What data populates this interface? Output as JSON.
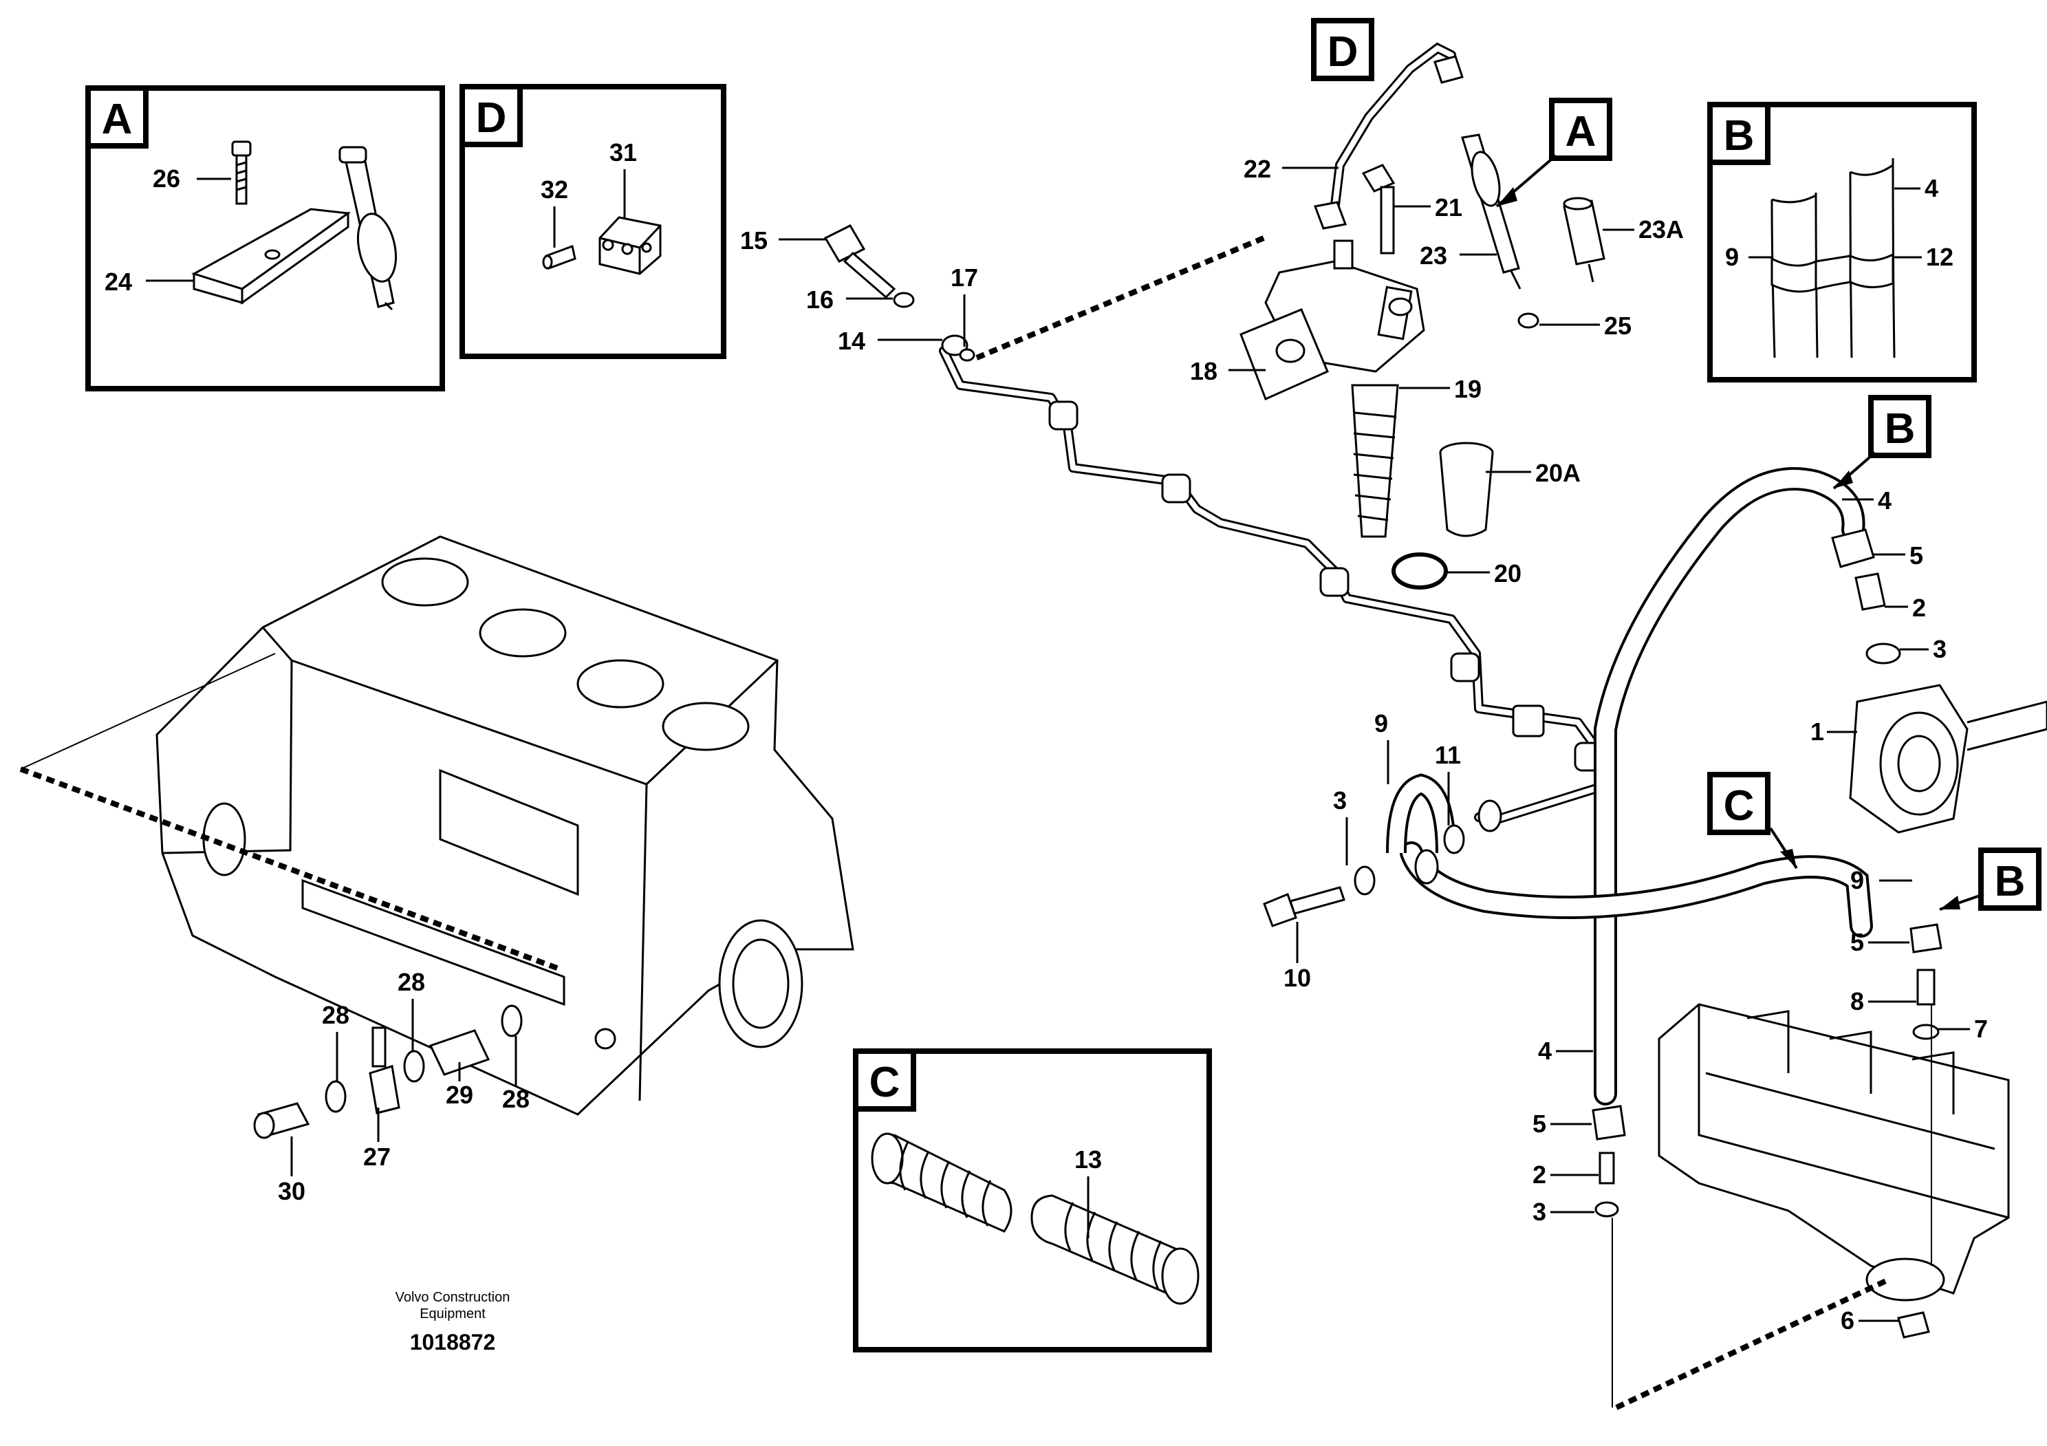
{
  "diagram": {
    "detail_boxes": [
      {
        "id": "A",
        "letter": "A"
      },
      {
        "id": "D",
        "letter": "D"
      },
      {
        "id": "B",
        "letter": "B"
      },
      {
        "id": "C",
        "letter": "C"
      }
    ],
    "callout_flags": [
      {
        "id": "D-top",
        "letter": "D"
      },
      {
        "id": "A-top",
        "letter": "A"
      },
      {
        "id": "B-upper",
        "letter": "B"
      },
      {
        "id": "C-mid",
        "letter": "C"
      },
      {
        "id": "B-lower",
        "letter": "B"
      }
    ],
    "part_labels": [
      "26",
      "24",
      "32",
      "31",
      "15",
      "16",
      "17",
      "14",
      "22",
      "21",
      "23",
      "23A",
      "25",
      "18",
      "19",
      "20A",
      "20",
      "4",
      "9",
      "12",
      "4",
      "5",
      "2",
      "3",
      "1",
      "9",
      "11",
      "3",
      "10",
      "9",
      "5",
      "8",
      "7",
      "4",
      "5",
      "2",
      "3",
      "6",
      "28",
      "28",
      "29",
      "28",
      "27",
      "30",
      "13"
    ]
  },
  "footer": {
    "company_line1": "Volvo Construction",
    "company_line2": "Equipment",
    "drawing_number": "1018872"
  }
}
